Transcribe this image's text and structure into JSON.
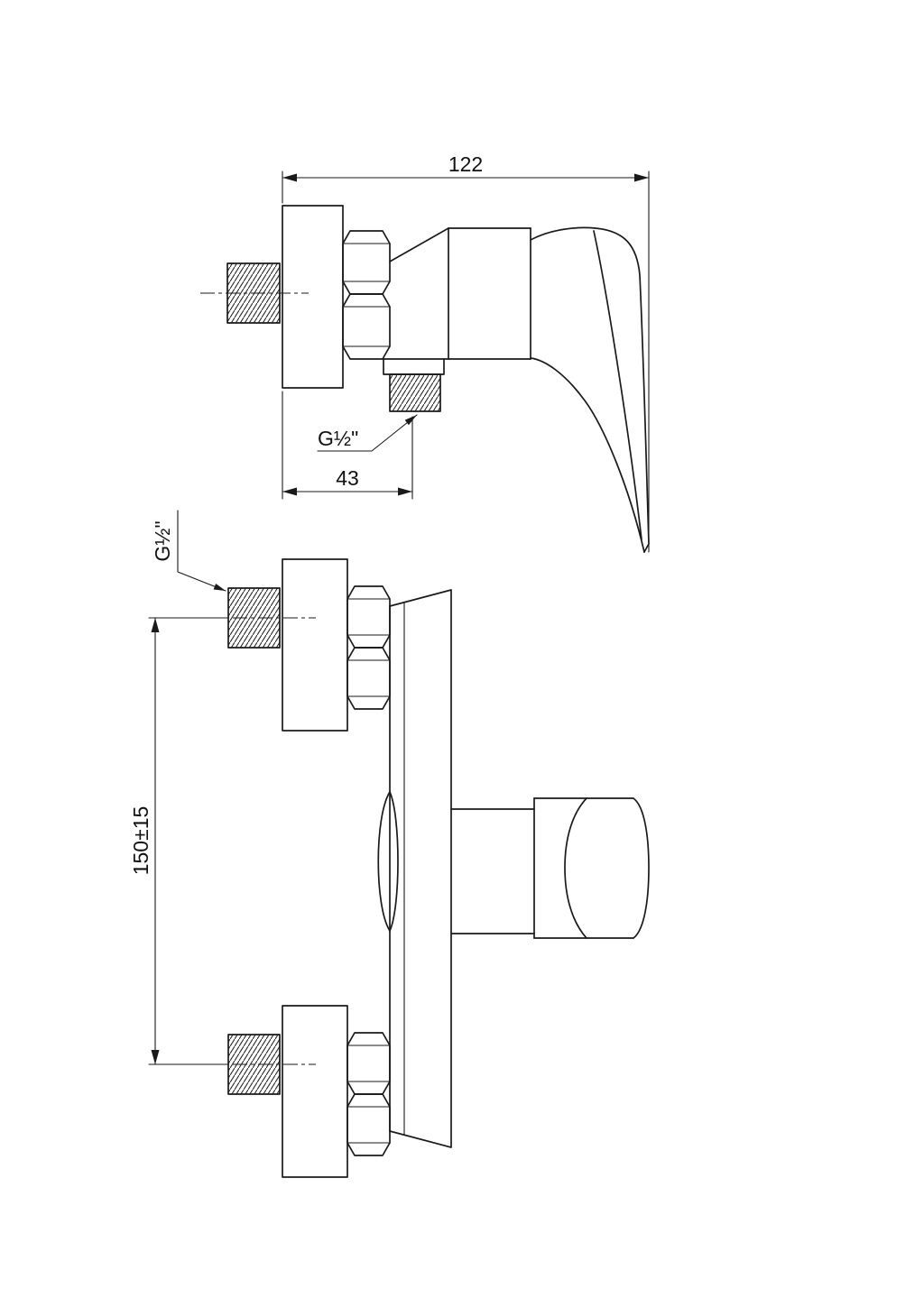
{
  "colors": {
    "background": "#ffffff",
    "line": "#1a1a1a"
  },
  "side_view": {
    "overall_width_dim": "122",
    "outlet_offset_dim": "43",
    "outlet_thread_label": "G½\""
  },
  "front_view": {
    "inlet_thread_label": "G½\"",
    "inlet_spacing_dim": "150±15"
  }
}
